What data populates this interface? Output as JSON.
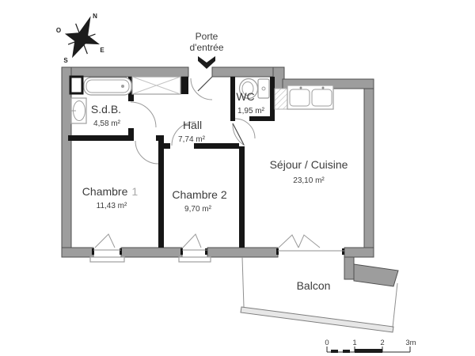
{
  "compass": {
    "north": "N",
    "south": "S",
    "east": "E",
    "west": "O"
  },
  "entrance": {
    "line1": "Porte",
    "line2": "d'entrée"
  },
  "rooms": {
    "sdb": {
      "label": "S.d.B.",
      "area": "4,58 m²"
    },
    "hall": {
      "label": "Hall",
      "area": "7,74 m²"
    },
    "wc": {
      "label": "WC",
      "area": "1,95 m²"
    },
    "sejour": {
      "label": "Séjour / Cuisine",
      "area": "23,10 m²"
    },
    "chambre1": {
      "label_prefix": "Chambre",
      "label_number": "1",
      "number_color": "#a8a8a8",
      "area": "11,43 m²"
    },
    "chambre2": {
      "label": "Chambre 2",
      "area": "9,70 m²",
      "text_color": "#9b9b9b"
    },
    "balcon": {
      "label": "Balcon"
    }
  },
  "scale_bar": {
    "labels": [
      "0",
      "1",
      "2",
      "3m"
    ]
  },
  "colors": {
    "wall_gray": "#9d9d9d",
    "wall_outline": "#4f4f4f",
    "interior_wall": "#161616",
    "fixture": "#9e9e9e",
    "text": "#3c3c3c"
  }
}
